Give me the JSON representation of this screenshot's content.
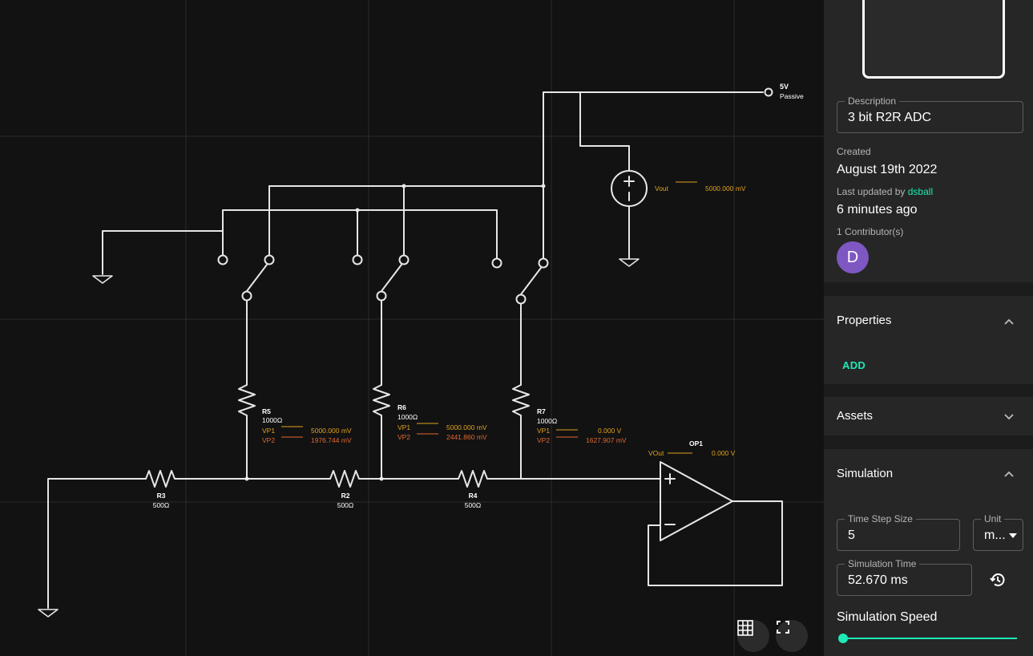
{
  "circuit": {
    "source": {
      "label": "5V",
      "sublabel": "Passive"
    },
    "meter_vout": {
      "label": "Vout",
      "value": "5000.000 mV"
    },
    "resistors": [
      {
        "name": "R5",
        "value": "1000Ω",
        "vp1_label": "VP1",
        "vp1": "5000.000 mV",
        "vp2_label": "VP2",
        "vp2": "1976.744 mV"
      },
      {
        "name": "R6",
        "value": "1000Ω",
        "vp1_label": "VP1",
        "vp1": "5000.000 mV",
        "vp2_label": "VP2",
        "vp2": "2441.860 mV"
      },
      {
        "name": "R7",
        "value": "1000Ω",
        "vp1_label": "VP1",
        "vp1": "0.000 V",
        "vp2_label": "VP2",
        "vp2": "1627.907 mV"
      }
    ],
    "series_resistors": [
      {
        "name": "R3",
        "value": "500Ω"
      },
      {
        "name": "R2",
        "value": "500Ω"
      },
      {
        "name": "R4",
        "value": "500Ω"
      }
    ],
    "opamp": {
      "name": "OP1",
      "vout_label": "VOut",
      "vout": "0.000 V",
      "plus": "+",
      "minus": "−"
    }
  },
  "canvas_controls": {
    "grid_icon": "grid-icon",
    "fullscreen_icon": "fullscreen-icon"
  },
  "panel": {
    "description_label": "Description",
    "description": "3 bit R2R ADC",
    "created_label": "Created",
    "created": "August 19th 2022",
    "updated_label": "Last updated by",
    "updated_user": "dsball",
    "updated": "6 minutes ago",
    "contributors": "1 Contributor(s)",
    "avatar_letter": "D",
    "properties_title": "Properties",
    "add_label": "ADD",
    "assets_title": "Assets",
    "simulation_title": "Simulation",
    "time_step_label": "Time Step Size",
    "time_step_value": "5",
    "unit_label": "Unit",
    "unit_value": "m...",
    "sim_time_label": "Simulation Time",
    "sim_time_value": "52.670 ms",
    "speed_label": "Simulation Speed",
    "speed_level": 0.0
  },
  "colors": {
    "accent": "#1de9b6",
    "orange": "#e08a1e",
    "red": "#e0682e",
    "avatar": "#7e57c2",
    "wire": "#e6e6e6"
  }
}
